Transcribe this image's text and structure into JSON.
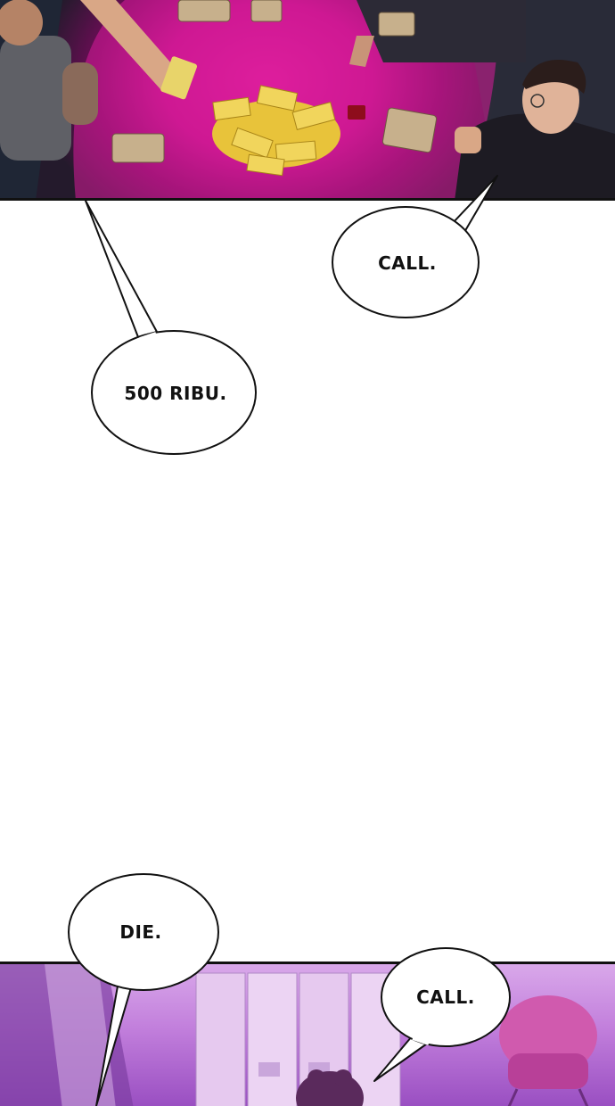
{
  "speech_bubbles": [
    {
      "text": "CALL."
    },
    {
      "text": "500 RIBU."
    },
    {
      "text": "DIE."
    },
    {
      "text": "CALL."
    }
  ],
  "colors": {
    "table_magenta": "#d81b9a",
    "bottom_panel_lavender": "#c27fdc",
    "money_gold": "#e8c33a",
    "bubble_fill": "#ffffff",
    "outline": "#111111"
  }
}
